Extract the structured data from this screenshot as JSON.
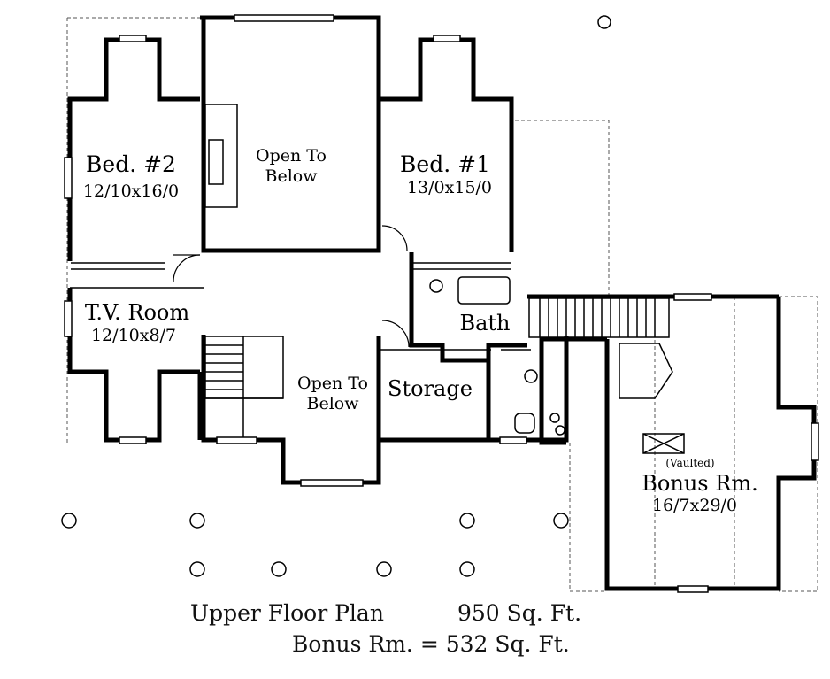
{
  "rooms": {
    "bed2": {
      "name": "Bed. #2",
      "size": "12/10x16/0"
    },
    "bed1": {
      "name": "Bed. #1",
      "size": "13/0x15/0"
    },
    "open_upper": {
      "line1": "Open To",
      "line2": "Below"
    },
    "open_lower": {
      "line1": "Open To",
      "line2": "Below"
    },
    "tv_room": {
      "name": "T.V. Room",
      "size": "12/10x8/7"
    },
    "bath": {
      "name": "Bath"
    },
    "storage": {
      "name": "Storage"
    },
    "bonus": {
      "note": "(Vaulted)",
      "name": "Bonus Rm.",
      "size": "16/7x29/0"
    }
  },
  "captions": {
    "floor_title": "Upper Floor Plan",
    "floor_area": "950 Sq. Ft.",
    "bonus_area": "Bonus Rm. =  532 Sq. Ft."
  }
}
